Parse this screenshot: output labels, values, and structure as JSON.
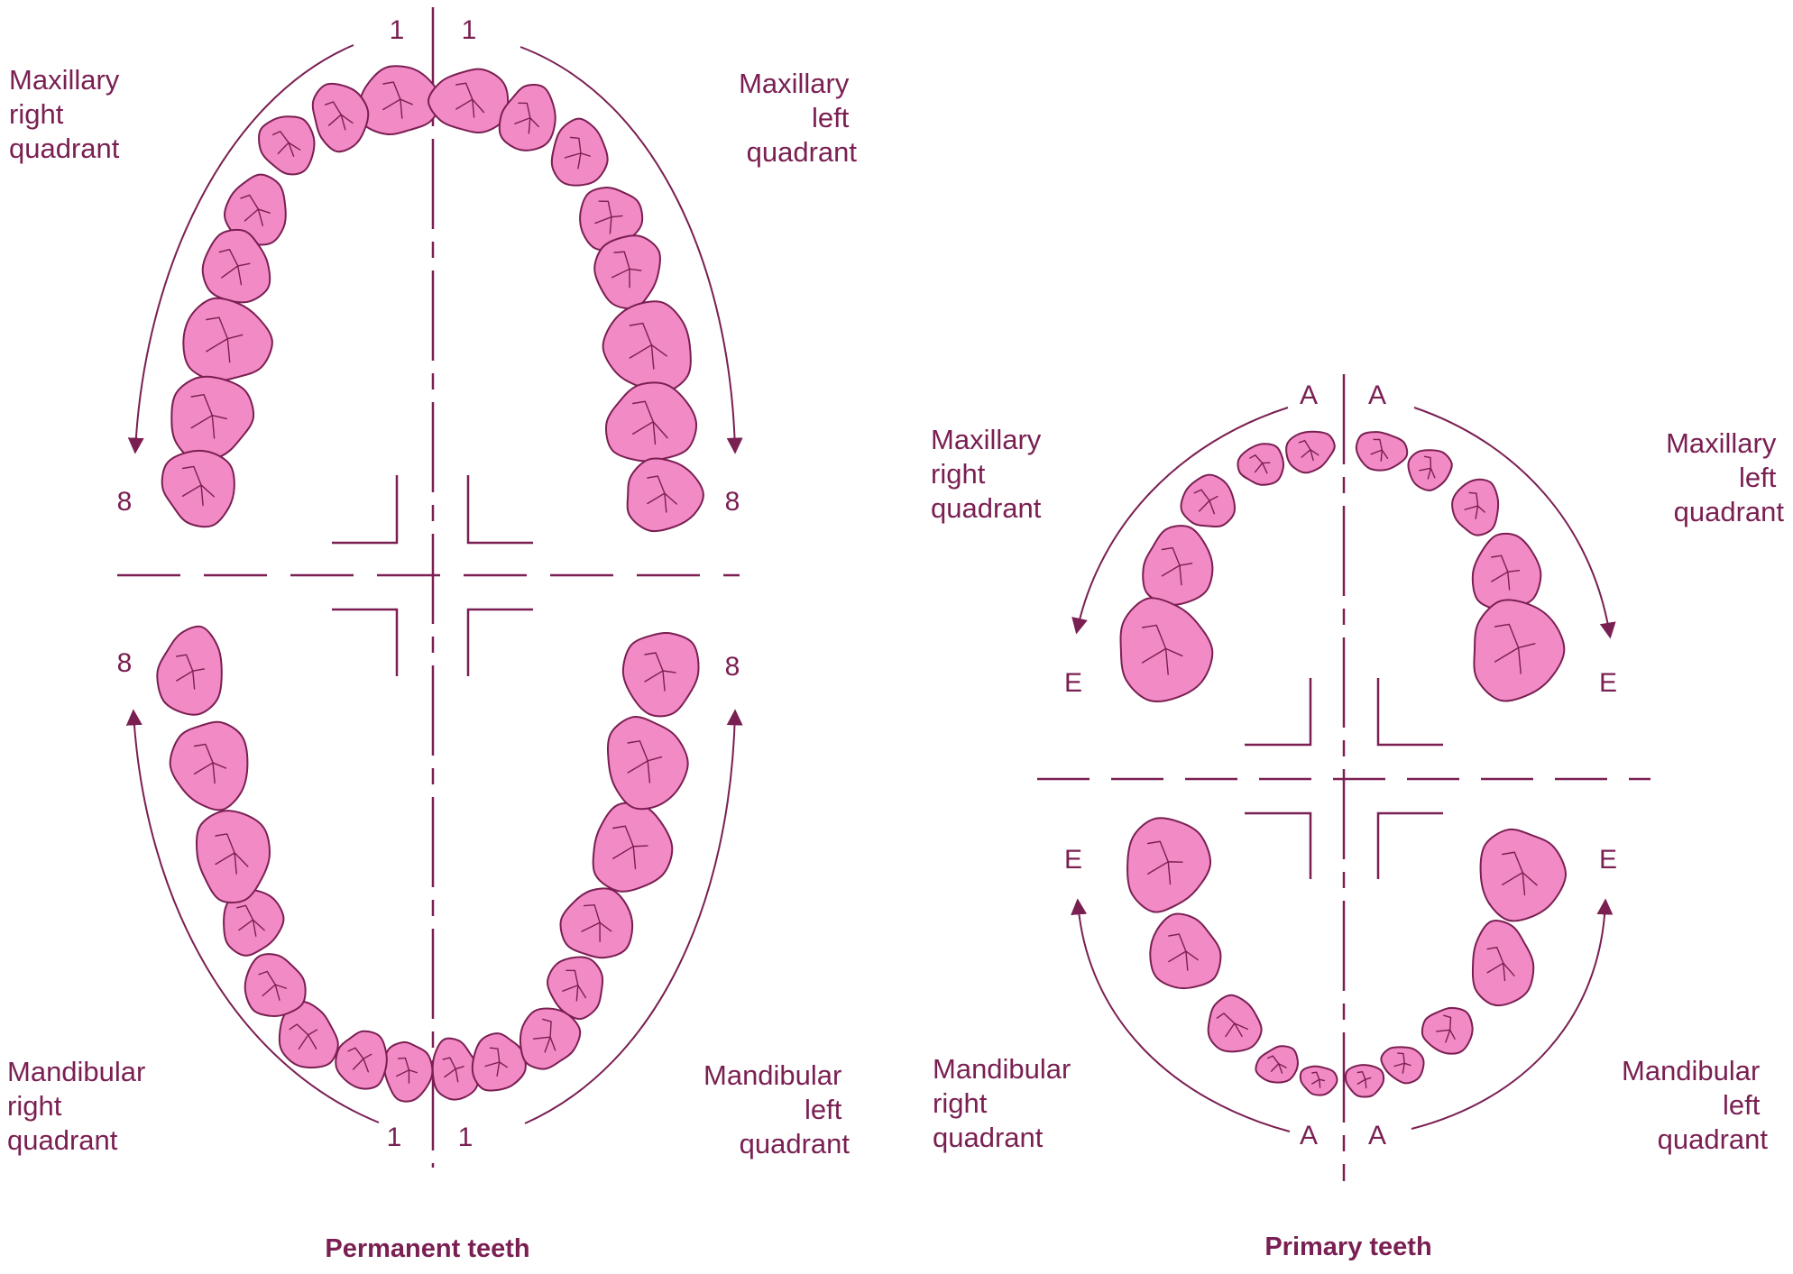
{
  "colors": {
    "accent": "#7a1f52",
    "tooth_fill": "#f28ac6",
    "tooth_shadow": "#c9669f",
    "background": "#ffffff"
  },
  "permanent": {
    "caption": "Permanent teeth",
    "max_right": [
      "Maxillary",
      "right",
      "quadrant"
    ],
    "max_left": [
      "Maxillary",
      "left",
      "quadrant"
    ],
    "man_right": [
      "Mandibular",
      "right",
      "quadrant"
    ],
    "man_left": [
      "Mandibular",
      "left",
      "quadrant"
    ],
    "top_left_num": "1",
    "top_right_num": "1",
    "bottom_left_num": "1",
    "bottom_right_num": "1",
    "upper_left_end": "8",
    "upper_right_end": "8",
    "lower_left_end": "8",
    "lower_right_end": "8",
    "tooth_count_per_quadrant": 8
  },
  "primary": {
    "caption": "Primary teeth",
    "max_right": [
      "Maxillary",
      "right",
      "quadrant"
    ],
    "max_left": [
      "Maxillary",
      "left",
      "quadrant"
    ],
    "man_right": [
      "Mandibular",
      "right",
      "quadrant"
    ],
    "man_left": [
      "Mandibular",
      "left",
      "quadrant"
    ],
    "top_left_letter": "A",
    "top_right_letter": "A",
    "bottom_left_letter": "A",
    "bottom_right_letter": "A",
    "upper_left_end": "E",
    "upper_right_end": "E",
    "lower_left_end": "E",
    "lower_right_end": "E",
    "tooth_count_per_quadrant": 5
  }
}
